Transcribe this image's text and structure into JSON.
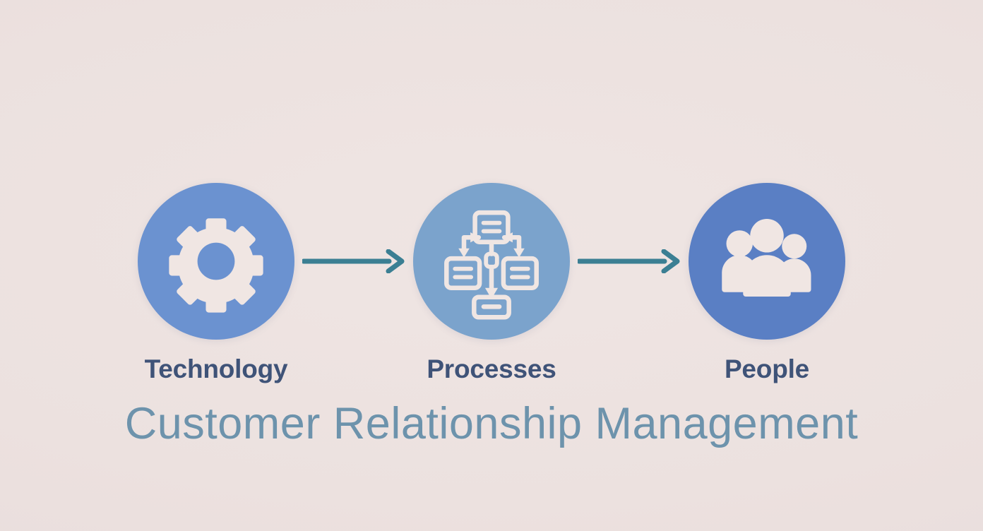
{
  "background_color": "#ece1e0",
  "title": {
    "text": "Customer Relationship Management",
    "color": "#6d93ac"
  },
  "label_color": "#3f5378",
  "arrow_color": "#3b7f93",
  "icon_color": "#f0e6e3",
  "nodes": [
    {
      "id": "technology",
      "label": "Technology",
      "icon": "gear-icon",
      "circle_color": "#6b92d0"
    },
    {
      "id": "processes",
      "label": "Processes",
      "icon": "flowchart-icon",
      "circle_color": "#7ba3cc"
    },
    {
      "id": "people",
      "label": "People",
      "icon": "people-group-icon",
      "circle_color": "#5a7fc4"
    }
  ],
  "connectors": [
    {
      "id": "tech-to-process",
      "icon": "arrow-right-icon"
    },
    {
      "id": "process-to-people",
      "icon": "arrow-right-icon"
    }
  ]
}
